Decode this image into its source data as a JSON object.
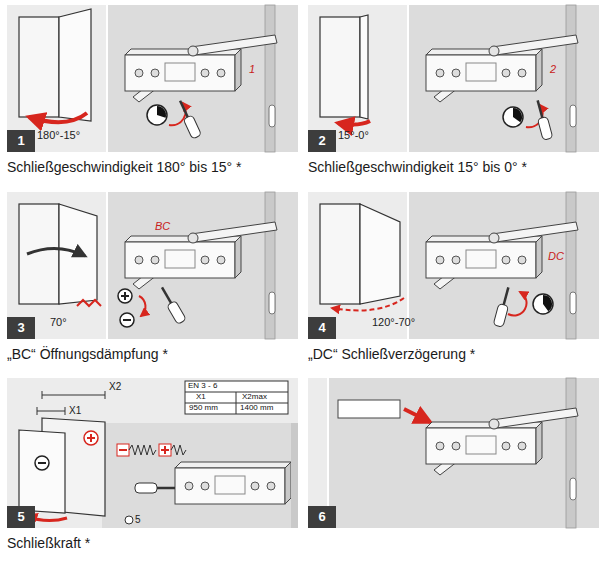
{
  "diagram": {
    "nodes": [
      {
        "text": [
          "1",
          "Schließgeschwindigkeit 180° bis 15° *"
        ]
      },
      {
        "text": [
          "2",
          "Schließgeschwindigkeit 15° bis 0° *"
        ]
      },
      {
        "text": [
          "3",
          "„BC“ Öffnungsdämpfung *"
        ]
      },
      {
        "text": [
          "4",
          "„DC“ Schließverzögerung *"
        ]
      },
      {
        "text": [
          "5",
          "Schließkraft *"
        ]
      },
      {
        "text": [
          "6"
        ]
      }
    ],
    "labels": [
      "180°-15°",
      "1",
      "15°-0°",
      "2",
      "70°",
      "BC",
      "120°-70°",
      "DC",
      "X2",
      "X1",
      "EN 3 - 6",
      "X1",
      "X2max",
      "950 mm",
      "1400 mm",
      "5"
    ]
  }
}
